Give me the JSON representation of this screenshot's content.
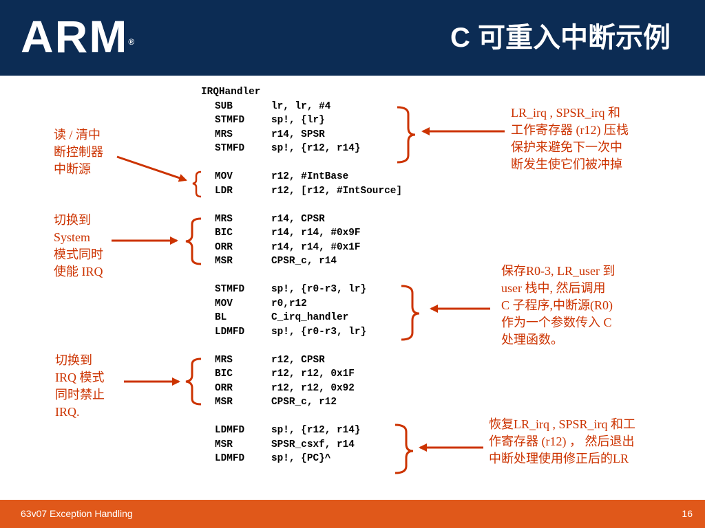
{
  "header": {
    "logo": "ARM",
    "logo_mark": "®",
    "title": "C 可重入中断示例"
  },
  "code": [
    {
      "label": "IRQHandler"
    },
    {
      "mn": "SUB",
      "ops": "lr, lr, #4"
    },
    {
      "mn": "STMFD",
      "ops": "sp!, {lr}"
    },
    {
      "mn": "MRS",
      "ops": "r14, SPSR"
    },
    {
      "mn": "STMFD",
      "ops": "sp!, {r12, r14}"
    },
    {
      "blank": true
    },
    {
      "mn": "MOV",
      "ops": "r12, #IntBase"
    },
    {
      "mn": "LDR",
      "ops": "r12, [r12, #IntSource]"
    },
    {
      "blank": true
    },
    {
      "mn": "MRS",
      "ops": "r14, CPSR"
    },
    {
      "mn": "BIC",
      "ops": "r14, r14, #0x9F"
    },
    {
      "mn": "ORR",
      "ops": "r14, r14, #0x1F"
    },
    {
      "mn": "MSR",
      "ops": "CPSR_c, r14"
    },
    {
      "blank": true
    },
    {
      "mn": "STMFD",
      "ops": "sp!, {r0-r3, lr}"
    },
    {
      "mn": "MOV",
      "ops": "r0,r12"
    },
    {
      "mn": "BL",
      "ops": "C_irq_handler"
    },
    {
      "mn": "LDMFD",
      "ops": "sp!, {r0-r3, lr}"
    },
    {
      "blank": true
    },
    {
      "mn": "MRS",
      "ops": "r12, CPSR"
    },
    {
      "mn": "BIC",
      "ops": "r12, r12, 0x1F"
    },
    {
      "mn": "ORR",
      "ops": "r12, r12, 0x92"
    },
    {
      "mn": "MSR",
      "ops": "CPSR_c, r12"
    },
    {
      "blank": true
    },
    {
      "mn": "LDMFD",
      "ops": "sp!, {r12, r14}"
    },
    {
      "mn": "MSR",
      "ops": "SPSR_csxf, r14"
    },
    {
      "mn": "LDMFD",
      "ops": "sp!, {PC}^"
    }
  ],
  "annotations": {
    "left": [
      {
        "lines": [
          "读 /  清中",
          "断控制器",
          "中断源"
        ]
      },
      {
        "lines": [
          "切换到",
          "System",
          "模式同时",
          "使能 IRQ"
        ]
      },
      {
        "lines": [
          "切换到",
          "IRQ 模式",
          "同时禁止",
          "IRQ."
        ]
      }
    ],
    "right": [
      {
        "lines": [
          "LR_irq , SPSR_irq 和",
          "工作寄存器 (r12) 压栈",
          "保护来避免下一次中",
          "断发生使它们被冲掉"
        ]
      },
      {
        "lines": [
          "保存R0-3, LR_user 到",
          "user 栈中, 然后调用",
          "C 子程序,中断源(R0)",
          "作为一个参数传入 C",
          "处理函数。"
        ]
      },
      {
        "lines": [
          "恢复LR_irq , SPSR_irq 和工",
          "作寄存器 (r12) ， 然后退出",
          "中断处理使用修正后的LR"
        ]
      }
    ]
  },
  "footer": {
    "left": "63v07 Exception Handling",
    "right": "16"
  },
  "colors": {
    "header_bg": "#0c2c54",
    "footer_bg": "#e0581a",
    "accent": "#cc3300"
  }
}
